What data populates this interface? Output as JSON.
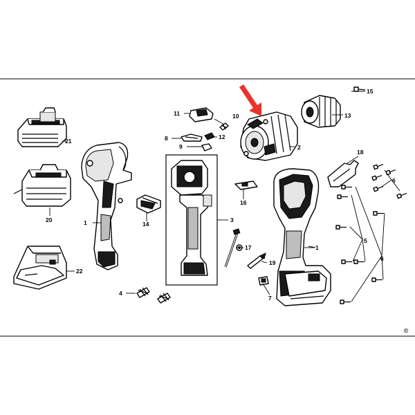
{
  "diagram": {
    "labels": [
      "1",
      "1",
      "2",
      "3",
      "4",
      "5",
      "6",
      "6",
      "7",
      "8",
      "9",
      "10",
      "11",
      "12",
      "13",
      "14",
      "15",
      "16",
      "17",
      "18",
      "19",
      "20",
      "21",
      "22"
    ],
    "copyright_symbol": "©",
    "highlight_arrow_color": "#e8342a",
    "line_color": "#000000",
    "background_color": "#ffffff"
  }
}
